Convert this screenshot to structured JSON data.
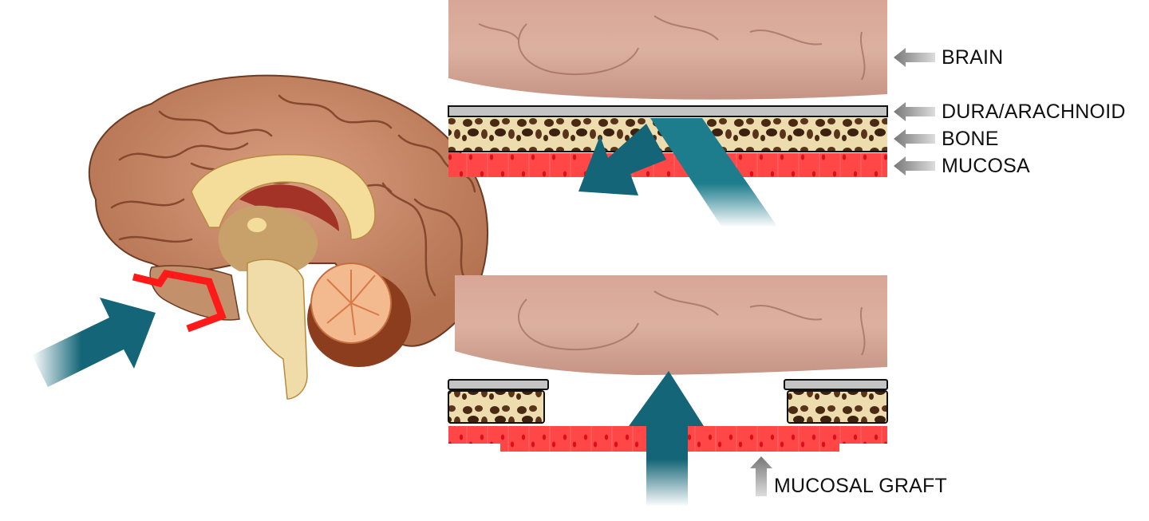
{
  "figure": {
    "title": "Endoscopic skull base reconstruction with mucosal graft",
    "colors": {
      "arrow_teal": "#136577",
      "arrow_teal_light": "#1e7d8d",
      "mucosa_red": "#ff3b3b",
      "mucosa_dot": "#e0101a",
      "dura_gray": "#c4c4c4",
      "bone_beige": "#ead9a8",
      "bone_dark": "#4a2a12",
      "brain_pink": "#d9a898",
      "brain_orange": "#c98a6a",
      "red_outline": "#ff1a1a",
      "pointer_gray": "#7a7a7a"
    }
  },
  "labels": {
    "brain": "BRAIN",
    "dura": "DURA/ARACHNOID",
    "bone": "BONE",
    "mucosa": "MUCOSA",
    "graft": "MUCOSAL GRAFT"
  },
  "panels": {
    "left": {
      "name": "Sagittal brain with skull base defect",
      "arrow": "arrow-right-up-icon"
    },
    "top_right": {
      "name": "Intact layers with CSF leak path",
      "arrows": [
        "arrow-up-icon",
        "arrow-down-left-icon"
      ]
    },
    "bottom_right": {
      "name": "Defect repaired with mucosal graft",
      "arrow": "arrow-up-icon"
    }
  }
}
